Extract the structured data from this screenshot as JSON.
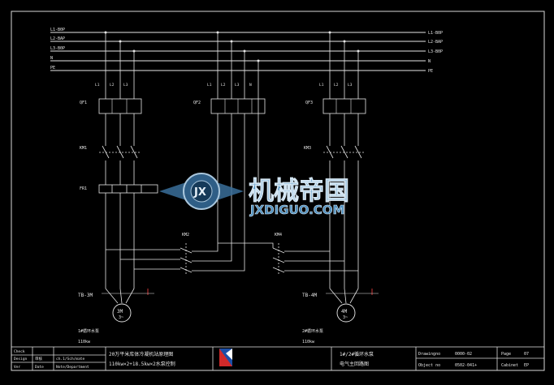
{
  "bus": {
    "labels": [
      "L1-B0P",
      "L2-BAP",
      "L3-B0P",
      "N",
      "PE"
    ]
  },
  "breakers": [
    {
      "name": "QF1",
      "poles": [
        "L1",
        "L2",
        "L3"
      ]
    },
    {
      "name": "QF2",
      "poles": [
        "L1",
        "L2",
        "L3",
        "N"
      ]
    },
    {
      "name": "QF3",
      "poles": [
        "L1",
        "L2",
        "L3"
      ]
    }
  ],
  "contactors": {
    "km1": "KM1",
    "km2": "KM2",
    "km3": "KM3",
    "km4": "KM4",
    "fr1": "FR1"
  },
  "motors": {
    "left": {
      "terminal": "TB-3M",
      "label": "3M",
      "sublabel": "3~",
      "pump": "1#循环水泵",
      "power": "110kw"
    },
    "right": {
      "terminal": "TB-4M",
      "label": "4M",
      "sublabel": "3~",
      "pump": "2#循环水泵",
      "power": "110kw"
    }
  },
  "watermark": {
    "badge": "JX",
    "cn": "机械帝国",
    "en": "JXDIGUO.COM"
  },
  "title_block": {
    "left_rows": [
      [
        "Check",
        "",
        ""
      ],
      [
        "Design",
        "审核",
        ""
      ],
      [
        "Ver",
        "Date",
        "Note/Department"
      ]
    ],
    "mid_head": [
      "ch.1/Sch/mate",
      "Note/Department"
    ],
    "desc_line1": "20万平米库体冷凝机站原理图",
    "desc_line2": "110kw×2+18.5kw×2水泵控制",
    "drawing_title1": "1#/2#循环水泵",
    "drawing_title2": "电气主回路图",
    "drawing_no_label": "Drawingno",
    "drawing_no": "0000-02",
    "object_label": "Object no",
    "object_no": "0502-041+",
    "page_label": "Page",
    "page_value": "07",
    "cabinet_label": "Cabinet",
    "cabinet_value": "EP"
  }
}
